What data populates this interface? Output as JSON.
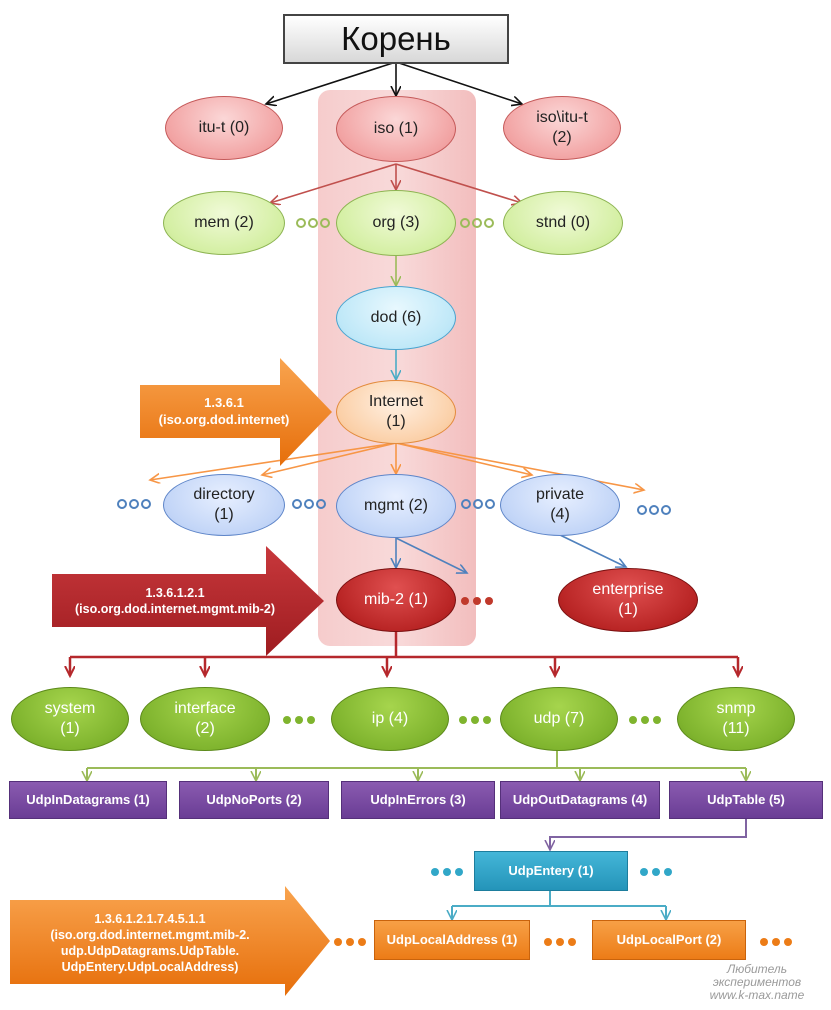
{
  "root": "Корень",
  "level1": {
    "itu_t": "itu-t (0)",
    "iso": "iso (1)",
    "iso_itu_t": "iso\\itu-t\n(2)"
  },
  "level2": {
    "mem": "mem (2)",
    "org": "org (3)",
    "stnd": "stnd (0)"
  },
  "level3": {
    "dod": "dod (6)"
  },
  "level4": {
    "internet": "Internet\n(1)"
  },
  "level5": {
    "directory": "directory\n(1)",
    "mgmt": "mgmt (2)",
    "private": "private\n(4)"
  },
  "level6": {
    "mib2": "mib-2 (1)",
    "enterprise": "enterprise\n(1)"
  },
  "level7": {
    "system": "system\n(1)",
    "interface": "interface\n(2)",
    "ip": "ip (4)",
    "udp": "udp (7)",
    "snmp": "snmp\n(11)"
  },
  "level8": {
    "udp_in_datagrams": "UdpInDatagrams (1)",
    "udp_no_ports": "UdpNoPorts (2)",
    "udp_in_errors": "UdpInErrors (3)",
    "udp_out_datagrams": "UdpOutDatagrams (4)",
    "udp_table": "UdpTable (5)"
  },
  "level9": {
    "udp_entery": "UdpEntery (1)"
  },
  "level10": {
    "udp_local_address": "UdpLocalAddress (1)",
    "udp_local_port": "UdpLocalPort (2)"
  },
  "callouts": {
    "internet_oid": "1.3.6.1\n(iso.org.dod.internet)",
    "mib2_oid": "1.3.6.1.2.1\n(iso.org.dod.internet.mgmt.mib-2)",
    "local_address_oid": "1.3.6.1.2.1.7.4.5.1.1\n(iso.org.dod.internet.mgmt.mib-2.\nudp.UdpDatagrams.UdpTable.\nUdpEntery.UdpLocalAddress)"
  },
  "watermark": "Любитель\nэкспериментов\nwww.k-max.name",
  "colors": {
    "black_link": "#111111",
    "red_link": "#c0504d",
    "green_link": "#9bbb59",
    "blue_link": "#4bacc6",
    "orange_link": "#f79646",
    "steel_link": "#4f81bd",
    "purple_link": "#8064a2",
    "highlight_band": "#f2b5b5",
    "arrow_orange": "#f07f1b",
    "arrow_darkred": "#b5282c"
  }
}
